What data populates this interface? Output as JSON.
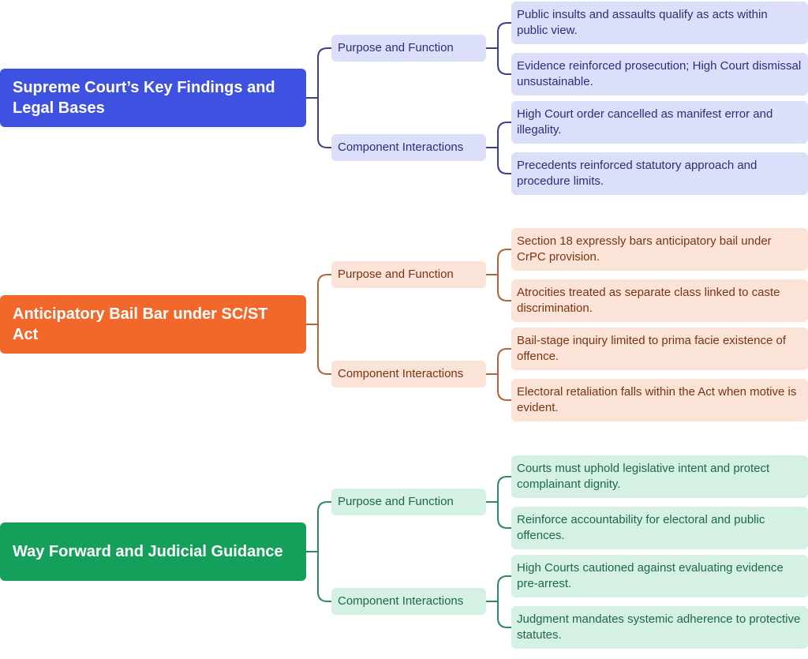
{
  "colors": {
    "blue_main": "#3F51E0",
    "blue_light": "#DCDFF9",
    "blue_text": "#2A2F7A",
    "blue_line": "#3B3F8C",
    "orange_main": "#F2682A",
    "orange_light": "#FCE3D8",
    "orange_text": "#7A3414",
    "orange_line": "#B8623A",
    "green_main": "#14A05A",
    "green_light": "#D5F1E3",
    "green_text": "#1C6A44",
    "green_line": "#2E8A5C"
  },
  "sections": [
    {
      "title": "Supreme Court’s Key Findings and Legal Bases",
      "purpose_label": "Purpose and Function",
      "interaction_label": "Component Interactions",
      "purpose_points": [
        "Public insults and assaults qualify as acts within public view.",
        "Evidence reinforced prosecution; High Court dismissal unsustainable."
      ],
      "interaction_points": [
        "High Court order cancelled as manifest error and illegality.",
        "Precedents reinforced statutory approach and procedure limits."
      ]
    },
    {
      "title": "Anticipatory Bail Bar under SC/ST Act",
      "purpose_label": "Purpose and Function",
      "interaction_label": "Component Interactions",
      "purpose_points": [
        "Section 18 expressly bars anticipatory bail under CrPC provision.",
        "Atrocities treated as separate class linked to caste discrimination."
      ],
      "interaction_points": [
        "Bail-stage inquiry limited to prima facie existence of offence.",
        "Electoral retaliation falls within the Act when motive is evident."
      ]
    },
    {
      "title": "Way Forward and Judicial Guidance",
      "purpose_label": "Purpose and Function",
      "interaction_label": "Component Interactions",
      "purpose_points": [
        "Courts must uphold legislative intent and protect complainant dignity.",
        "Reinforce accountability for electoral and public offences."
      ],
      "interaction_points": [
        "High Courts cautioned against evaluating evidence pre-arrest.",
        "Judgment mandates systemic adherence to protective statutes."
      ]
    }
  ]
}
